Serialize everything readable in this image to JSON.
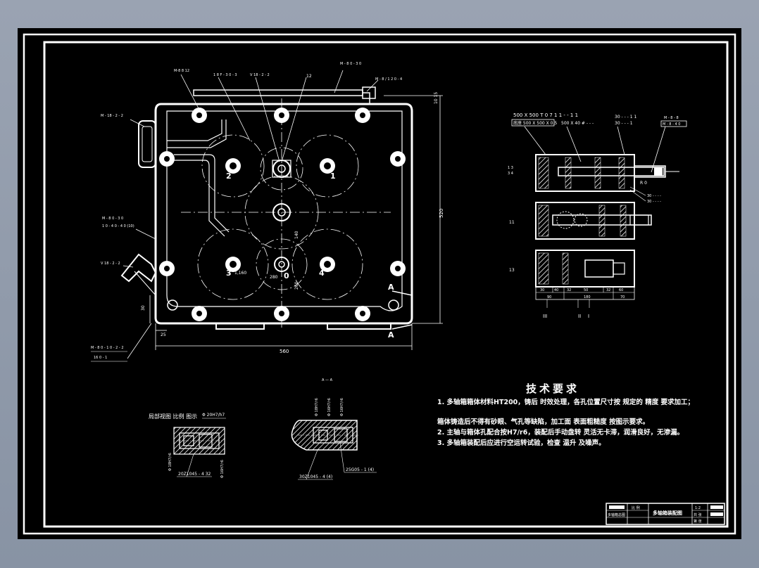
{
  "colors": {
    "background": "#8e98a8",
    "sheet": "#000000",
    "line": "#ffffff"
  },
  "plan": {
    "callouts_top": [
      "M-8 8 12",
      "1 8 F - 3 0 - 3",
      "V 18 - 2 - 2",
      "12",
      "M - 8 0 - 3 0",
      "M - 8 / 1 2 0 - 4"
    ],
    "callout_left1": "M - 18 - 2 - 2",
    "callout_left2": [
      "M - 8 0 - 3 0",
      "1 0 - 4 0 - 4 0 (10)"
    ],
    "callout_left3": "V 18 - 2 - 2",
    "callout_bottom": [
      "M - 8 0 - 1 0 - 2 - 2",
      "16 0 - 1"
    ],
    "section_mark_a": "A",
    "section_mark_a2": "A",
    "centers": [
      "1",
      "2",
      "3",
      "4",
      "0"
    ],
    "dim_bottom": "560",
    "dim_right": "520",
    "dim_left_small": "30",
    "dim_left_small2": "25",
    "dim_top_right": "10 15",
    "dim_mid": "140",
    "dim_mid2": "260",
    "dim_mid3": "280",
    "dim_mid4": "1,160"
  },
  "sideview": {
    "label_top": "500 X 500 T 0 7 1 1 - - 1 1",
    "label_box": "底座 500 X 500 X 0.5",
    "label2": "500 X 40 # - - -",
    "label3": "30 - - - 1 1",
    "label3b": "30 - - - 1",
    "label4": "M - 8 - 8",
    "label4b": "M - 8 - 4 0",
    "row_labels": [
      "1 3",
      "3 4",
      "11",
      "13"
    ],
    "right_labels": [
      "30 - - - -",
      "30 - - - -"
    ],
    "r_label": "R 0",
    "dims": [
      "30",
      "40",
      "32",
      "50",
      "32",
      "60"
    ],
    "dims2": [
      "90",
      "180",
      "70"
    ],
    "roman": [
      "III",
      "II",
      "I"
    ]
  },
  "detail1": {
    "title": "局部视图 比例 图示",
    "fit_top": "Φ 20H7/h7",
    "fit_left": "Φ 18H7/r6",
    "fit_right": "Φ 16H7/r6",
    "part_label": "20Z1045 - 4 32"
  },
  "detail2": {
    "title": "A — A",
    "fits": [
      "Φ 18H7/r6",
      "Φ 16H7/r6",
      "Φ 16H7/r6"
    ],
    "part_left": "30Z1045 - 4 (4)",
    "part_right": "25G05 - 1 (4)"
  },
  "notes": {
    "title": "技术要求",
    "lines": [
      "1. 多轴箱箱体材料HT200，铸后 时效处理，各孔位置尺寸按 规定的 精度 要求加工；",
      "   箱体铸造后不得有砂眼、气孔等缺陷，加工面 表面粗糙度 按图示要求。",
      "2. 主轴与箱体孔配合按H7/r6，装配后手动盘转 灵活无卡滞，润滑良好，无渗漏。",
      "3. 多轴箱装配后应进行空运转试验，检查 温升 及噪声。"
    ]
  },
  "titleblock": {
    "c1": "多轴箱总图",
    "c2": "比 例",
    "c3": "多轴箱装配图",
    "c4": "1:2",
    "c5": "共 张",
    "c6": "第 张"
  }
}
